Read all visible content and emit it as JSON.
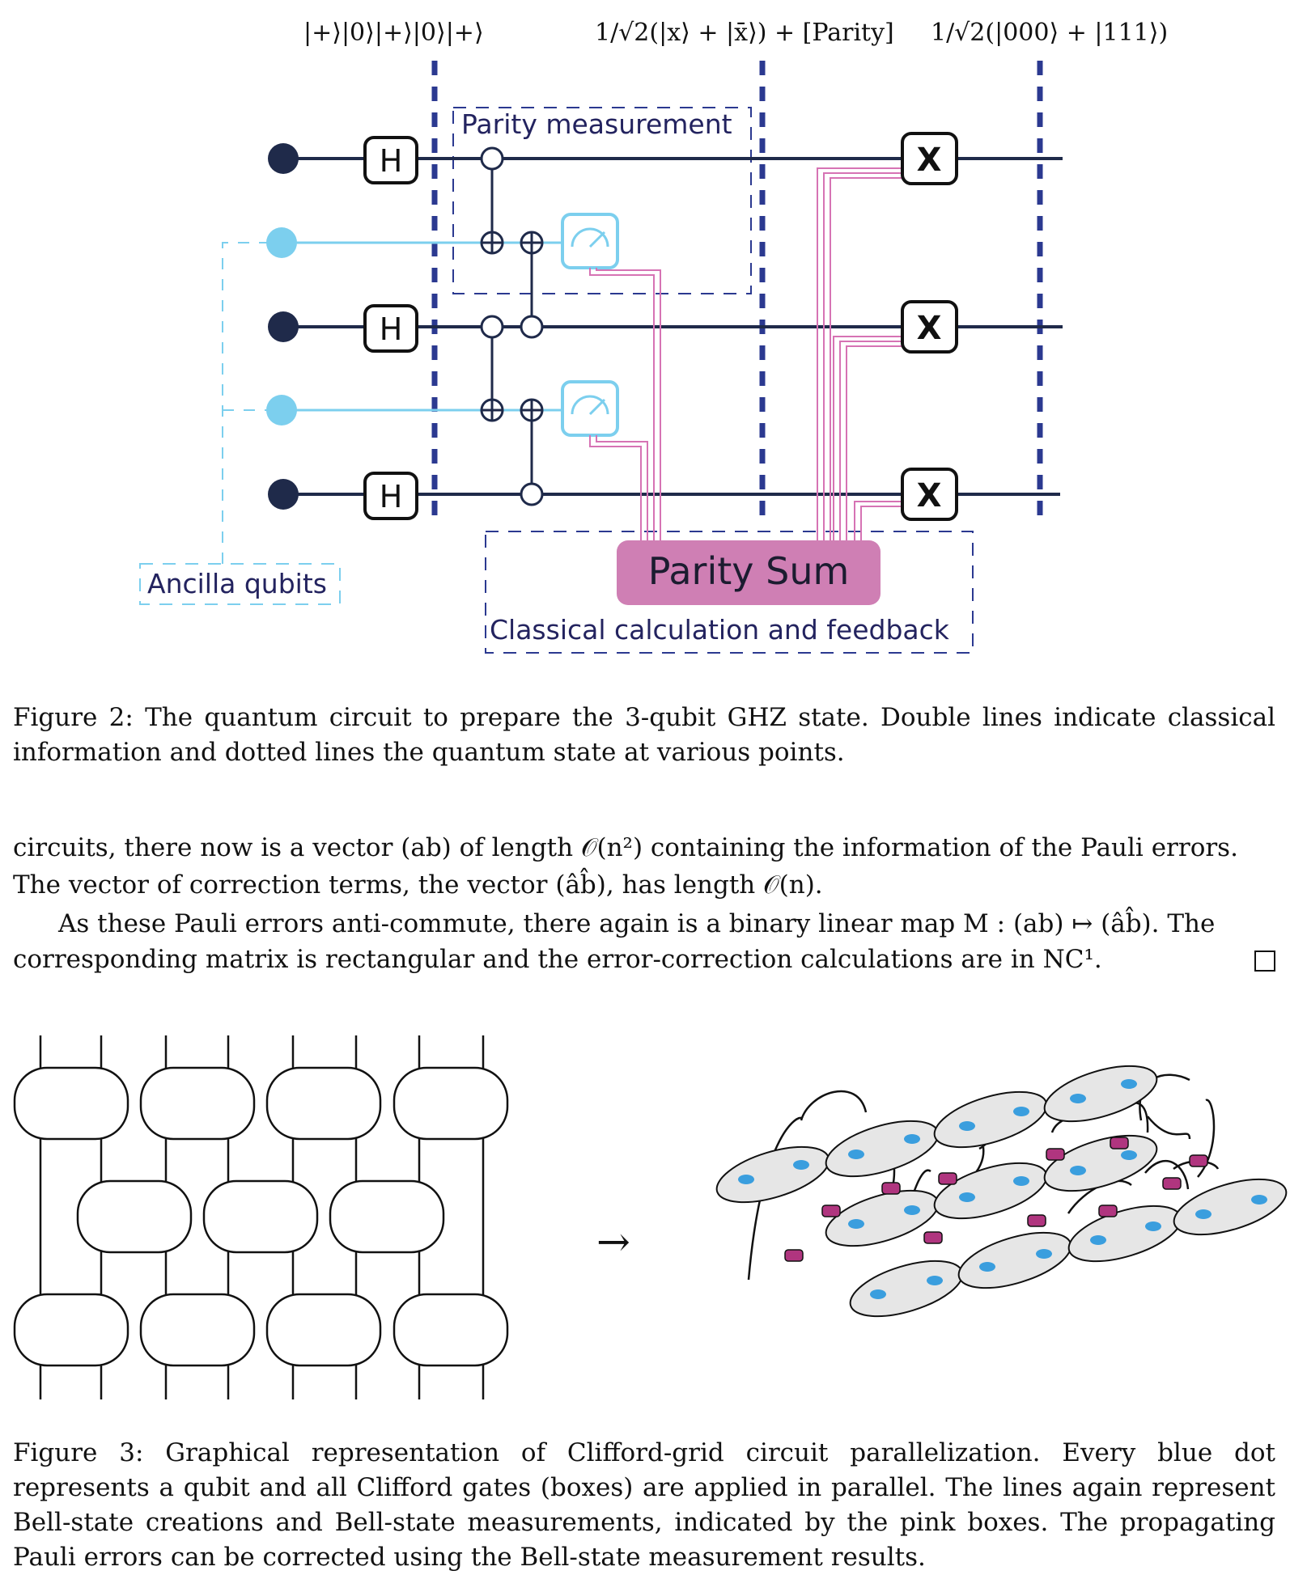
{
  "figure2": {
    "state_labels": [
      "|+⟩|0⟩|+⟩|0⟩|+⟩",
      "1/√2(|x⟩ + |x̄⟩) + [Parity]",
      "1/√2(|000⟩ + |111⟩)"
    ],
    "gate_H": "H",
    "gate_X": "X",
    "parity_measurement_label": "Parity measurement",
    "ancilla_label": "Ancilla qubits",
    "parity_sum_label": "Parity Sum",
    "classical_label": "Classical calculation and feedback",
    "colors": {
      "data_qubit": "#1f2a4a",
      "ancilla": "#7ccfee",
      "dashed_blue": "#2b3990",
      "classical_wire": "#d673b4",
      "parity_sum_fill": "#cf7fb4"
    },
    "caption": "Figure 2: The quantum circuit to prepare the 3-qubit GHZ state. Double lines indicate classical information and dotted lines the quantum state at various points."
  },
  "body": {
    "p1_line1": "circuits, there now is a vector (ab) of length 𝒪(n²) containing the information of the Pauli errors.",
    "p1_line2": "The vector of correction terms, the vector (âb̂), has length 𝒪(n).",
    "p2_line1": "As these Pauli errors anti-commute, there again is a binary linear map M : (ab) ↦ (âb̂). The",
    "p2_line2": "corresponding matrix is rectangular and the error-correction calculations are in NC¹."
  },
  "figure3": {
    "arrow": "→",
    "colors": {
      "qubit_dot": "#3a9ede",
      "bell_measure": "#b0357f",
      "box_fill": "#e6e6e6"
    },
    "caption": "Figure 3: Graphical representation of Clifford-grid circuit parallelization. Every blue dot represents a qubit and all Clifford gates (boxes) are applied in parallel. The lines again represent Bell-state creations and Bell-state measurements, indicated by the pink boxes. The propagating Pauli errors can be corrected using the Bell-state measurement results."
  }
}
